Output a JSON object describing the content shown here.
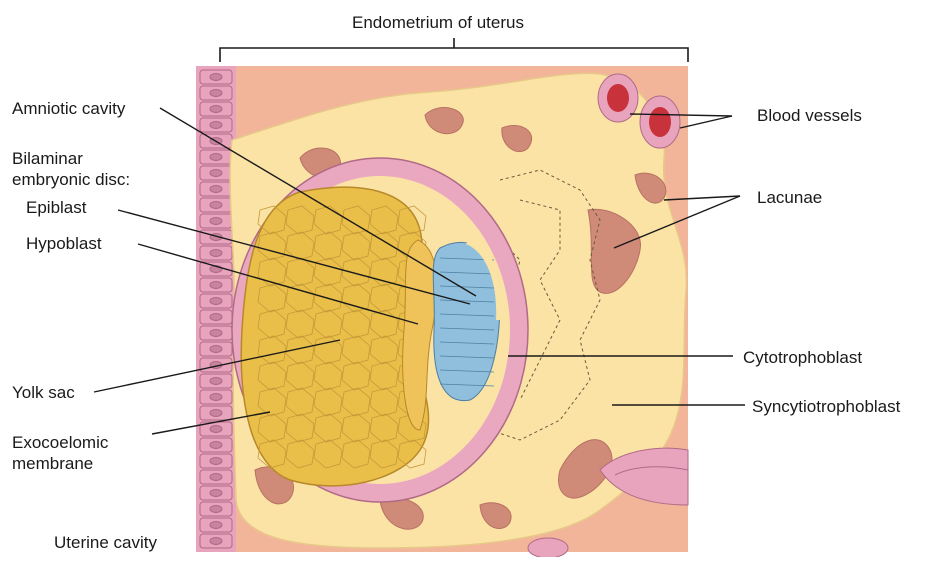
{
  "title": "Endometrium of uterus",
  "labels": {
    "amniotic_cavity": "Amniotic cavity",
    "bilaminar_line1": "Bilaminar",
    "bilaminar_line2": "embryonic disc:",
    "epiblast": "Epiblast",
    "hypoblast": "Hypoblast",
    "yolk_sac": "Yolk sac",
    "exocoelomic_line1": "Exocoelomic",
    "exocoelomic_line2": "membrane",
    "uterine_cavity": "Uterine cavity",
    "blood_vessels": "Blood vessels",
    "lacunae": "Lacunae",
    "cytotrophoblast": "Cytotrophoblast",
    "syncytiotrophoblast": "Syncytiotrophoblast"
  },
  "colors": {
    "endometrium": "#f3b59a",
    "syncytiotrophoblast": "#fbe3a6",
    "lacunae": "#cf8a78",
    "cytotrophoblast": "#e9a8c0",
    "yolk_sac": "#e9bf4a",
    "epiblast": "#8fbfdc",
    "hypoblast": "#f0c35a",
    "epithelium": "#e8a3bd",
    "blood": "#c8323a"
  }
}
